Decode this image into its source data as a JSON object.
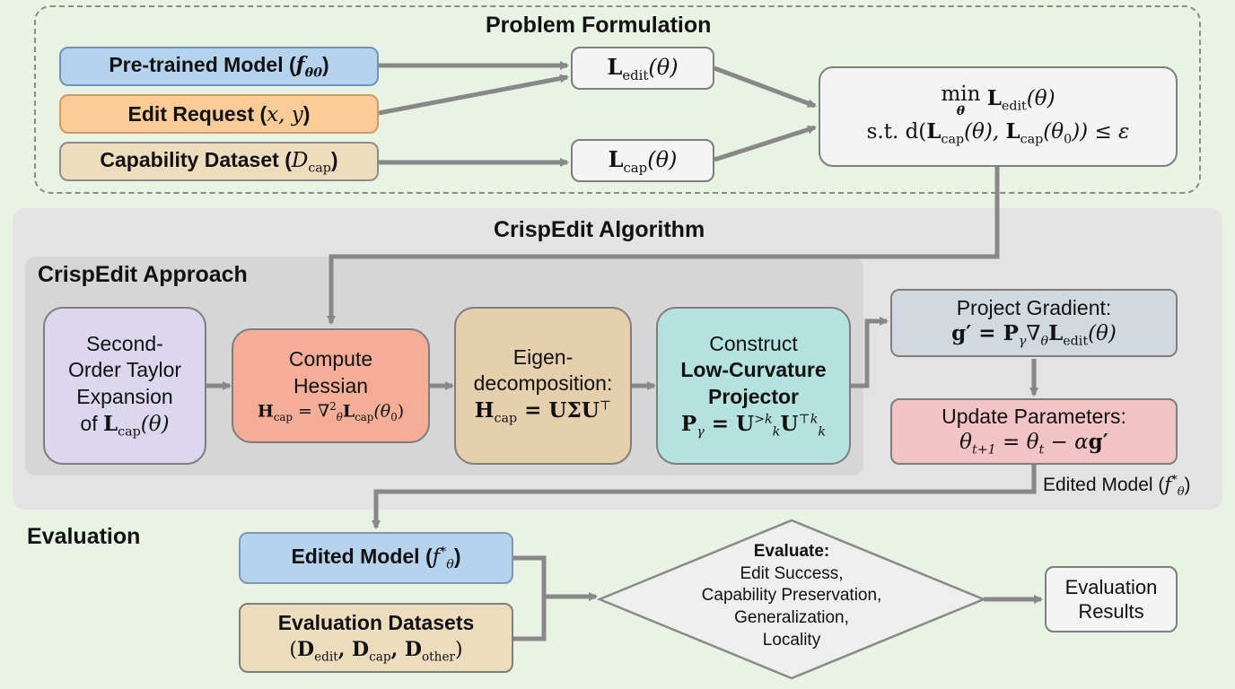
{
  "colors": {
    "background": "#e8f3e4",
    "blue": "#b6d3ee",
    "orange": "#fbcb98",
    "tan": "#eedcbf",
    "white": "#f4f4f4",
    "purple": "#dcd6ee",
    "salmon": "#f4ad96",
    "beige": "#e6cfac",
    "cyan": "#b4e2df",
    "slate": "#d2d9de",
    "pink": "#f3c4c6",
    "arrow": "#888888"
  },
  "problem": {
    "title": "Problem Formulation",
    "inputs": [
      {
        "label": "Pre-trained Model (",
        "math": "f",
        "sub": "θ0",
        "close": ")"
      },
      {
        "label": "Edit Request (",
        "math": "x, y",
        "close": ")"
      },
      {
        "label": "Capability Dataset (",
        "math": "D",
        "sub": "cap",
        "close": ")"
      }
    ],
    "loss_edit": {
      "L": "L",
      "sub": "edit",
      "arg": "(θ)"
    },
    "loss_cap": {
      "L": "L",
      "sub": "cap",
      "arg": "(θ)"
    },
    "objective": {
      "line1_min": "min",
      "line1_min_sub": "θ",
      "line1_rest_L": "L",
      "line1_rest_sub": "edit",
      "line1_rest_arg": "(θ)",
      "line2_prefix": "s.t.  d(",
      "line2_L1": "L",
      "line2_sub1": "cap",
      "line2_arg1": "(θ), ",
      "line2_L2": "L",
      "line2_sub2": "cap",
      "line2_arg2": "(θ",
      "line2_arg2_sub": "0",
      "line2_suffix": ")) ≤ ε"
    }
  },
  "algorithm": {
    "title": "CrispEdit Algorithm",
    "approach_title": "CrispEdit Approach",
    "taylor": {
      "lines": [
        "Second-",
        "Order Taylor",
        "Expansion"
      ],
      "of": "of ",
      "L": "L",
      "sub": "cap",
      "arg": "(θ)"
    },
    "hessian": {
      "lines": [
        "Compute",
        "Hessian"
      ],
      "formula_H": "H",
      "formula_H_sub": "cap",
      "formula_eq": " = ∇",
      "formula_nabla_sup": "2",
      "formula_nabla_sub": "θ",
      "formula_L": "L",
      "formula_L_sub": "cap",
      "formula_arg": "(θ",
      "formula_arg_sub": "0",
      "formula_close": ")"
    },
    "eigen": {
      "lines": [
        "Eigen-",
        "decomposition:"
      ],
      "formula_H": "H",
      "formula_H_sub": "cap",
      "formula_rest": " = UΣU",
      "formula_sup": "⊤"
    },
    "projector": {
      "line1": "Construct",
      "line2": "Low-Curvature",
      "line3": "Projector",
      "formula_P": "P",
      "formula_P_sub": "γ",
      "formula_eq": " = U",
      "formula_U1_sup": ">k",
      "formula_U1_sub": "k",
      "formula_U2": "U",
      "formula_U2_sup": "⊤k",
      "formula_U2_sub": "k"
    },
    "project_gradient": {
      "title": "Project Gradient:",
      "formula_g": "g′",
      "formula_eq": " = P",
      "formula_P_sub": "γ",
      "formula_nabla": "∇",
      "formula_nabla_sub": "θ",
      "formula_L": "L",
      "formula_L_sub": "edit",
      "formula_arg": "(θ)"
    },
    "update": {
      "title": "Update Parameters:",
      "formula_lhs": "θ",
      "formula_lhs_sub": "t+1",
      "formula_eq": " = θ",
      "formula_rhs_sub": "t",
      "formula_minus": " − α",
      "formula_g": "g′"
    },
    "edited_model_label": {
      "text": "Edited Model (",
      "math": "f",
      "sup": "*",
      "sub": "θ",
      "close": ")"
    }
  },
  "evaluation": {
    "title": "Evaluation",
    "edited_model": {
      "text": "Edited Model (",
      "math": "f",
      "sup": "*",
      "sub": "θ",
      "close": ")"
    },
    "datasets": {
      "line1": "Evaluation Datasets",
      "open": "(",
      "D1": "D",
      "D1_sub": "edit",
      "D2": ", D",
      "D2_sub": "cap",
      "D3": ", D",
      "D3_sub": "other",
      "close": ")"
    },
    "decision": {
      "title": "Evaluate:",
      "items": [
        "Edit Success,",
        "Capability Preservation,",
        "Generalization,",
        "Locality"
      ]
    },
    "results": {
      "lines": [
        "Evaluation",
        "Results"
      ]
    }
  }
}
